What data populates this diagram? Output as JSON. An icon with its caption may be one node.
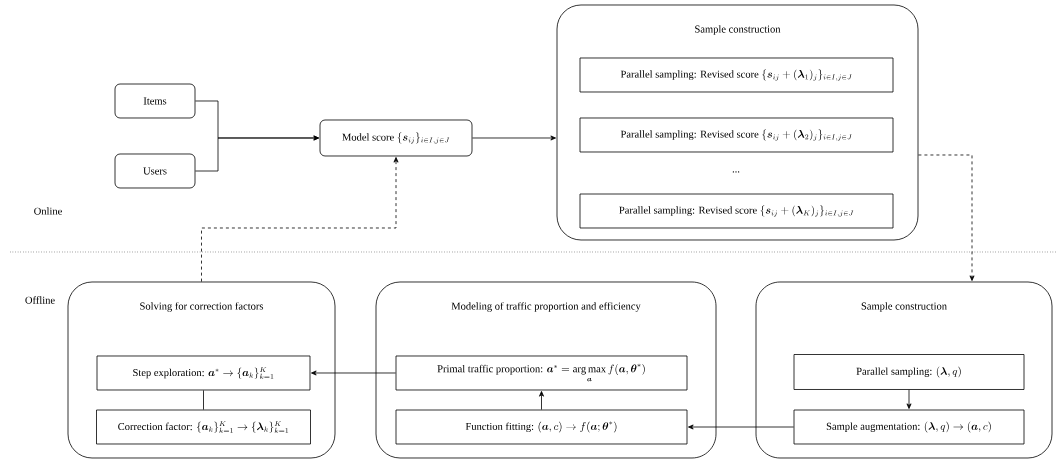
{
  "diagram": {
    "nodes": [
      {
        "text": [
          "Items"
        ]
      },
      {
        "text": [
          "Users"
        ]
      },
      {
        "text": [
          "\\text{Model score } \\{\\boldsymbol{s}_{ij}\\}_{i\\in I,j\\in J}"
        ]
      },
      {
        "text": [
          "Sample construction"
        ]
      },
      {
        "text": [
          "\\text{Parallel sampling: Revised score } \\{\\boldsymbol{s}_{ij}+(\\boldsymbol{\\lambda}_1)_j\\}_{i\\in I,j\\in J}"
        ],
        "in": 3
      },
      {
        "text": [
          "\\text{Parallel sampling: Revised score } \\{\\boldsymbol{s}_{ij}+(\\boldsymbol{\\lambda}_2)_j\\}_{i\\in I,j\\in J}"
        ],
        "in": 3
      },
      {
        "text": [
          "\\text{Parallel sampling: Revised score } \\{\\boldsymbol{s}_{ij}+(\\boldsymbol{\\lambda}_K)_j\\}_{i\\in I,j\\in J}"
        ],
        "in": 3
      },
      {
        "text": [
          "Solving for correction factors"
        ]
      },
      {
        "text": [
          "\\text{Step exploration: } \\boldsymbol{a}^* \\rightarrow \\{\\boldsymbol{a}_k\\}_{k=1}^K"
        ],
        "in": 7
      },
      {
        "text": [
          "\\text{Correction factor: } \\{\\boldsymbol{a}_k\\}_{k=1}^K \\rightarrow \\{\\boldsymbol{\\lambda}_k\\}_{k=1}^K"
        ],
        "in": 7
      },
      {
        "text": [
          "Modeling of traffic proportion and efficiency"
        ]
      },
      {
        "text": [
          "\\text{Primal traffic proportion: } \\boldsymbol{a}^* = \\mathop{\\mathrm{arg\\,max}}\\limits_{\\boldsymbol{a}} f(\\boldsymbol{a},\\boldsymbol{\\theta}^*)"
        ],
        "in": 10
      },
      {
        "text": [
          "\\text{Function fitting: } (\\boldsymbol{a},c) \\rightarrow f(\\boldsymbol{a};\\boldsymbol{\\theta}^*)"
        ],
        "in": 10
      },
      {
        "text": [
          "Sample construction"
        ]
      },
      {
        "text": [
          "\\text{Parallel sampling: } (\\boldsymbol{\\lambda},q)"
        ],
        "in": 13
      },
      {
        "text": [
          "\\text{Sample augmentation: } (\\boldsymbol{\\lambda},q) \\rightarrow (\\boldsymbol{a},c)"
        ],
        "in": 13
      }
    ],
    "edges": [
      {
        "from": 0,
        "to": 2,
        "arrow": "to"
      },
      {
        "from": 1,
        "to": 2,
        "arrow": "to"
      },
      {
        "from": 2,
        "to": 3,
        "arrow": "to"
      },
      {
        "from": 3,
        "to": 13,
        "arrow": "to",
        "style": "dashed"
      },
      {
        "from": 7,
        "to": 2,
        "arrow": "to",
        "style": "dashed"
      },
      {
        "from": 11,
        "to": 8,
        "arrow": "to"
      },
      {
        "from": 8,
        "to": 9,
        "arrow": "none"
      },
      {
        "from": 12,
        "to": 11,
        "arrow": "to"
      },
      {
        "from": 15,
        "to": 12,
        "arrow": "to"
      },
      {
        "from": 14,
        "to": 15,
        "arrow": "to"
      }
    ],
    "labels": [
      "...",
      "Online",
      "Offline"
    ]
  }
}
